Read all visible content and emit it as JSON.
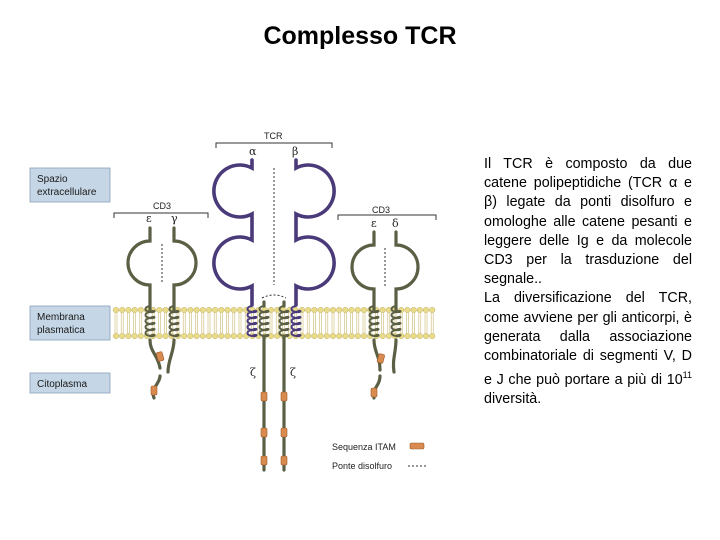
{
  "title": "Complesso TCR",
  "regions": {
    "extracellular": [
      "Spazio",
      "extracellulare"
    ],
    "membrane": [
      "Membrana",
      "plasmatica"
    ],
    "cytoplasm": "Citoplasma"
  },
  "complex_labels": {
    "tcr": "TCR",
    "alpha": "α",
    "beta": "β",
    "cd3_left": "CD3",
    "epsilon_left": "ε",
    "gamma": "γ",
    "cd3_right": "CD3",
    "epsilon_right": "ε",
    "delta": "δ",
    "zeta_1": "ζ",
    "zeta_2": "ζ"
  },
  "legend": {
    "itam": "Sequenza ITAM",
    "disulfide": "Ponte disolfuro"
  },
  "description": {
    "p1": "Il TCR è composto da due catene polipeptidiche (TCR α e β) legate da ponti disolfuro e omologhe alle catene pesanti e leggere delle Ig e da molecole CD3 per la trasduzione del segnale..",
    "p2_part1": "La diversificazione del TCR, come avviene per gli anticorpi, è generata dalla associazione combinatoriale di segmenti V, D e J che può portare a più di 10",
    "p2_exp": "11",
    "p2_part2": " diversità."
  },
  "colors": {
    "tcr_chain": "#4b3a7a",
    "cd3_chain": "#5b6045",
    "itam": "#d98a4e",
    "lipid_head": "#e8dc8a",
    "lipid_tail": "#c9b870",
    "label_box": "#c5d6e6"
  }
}
